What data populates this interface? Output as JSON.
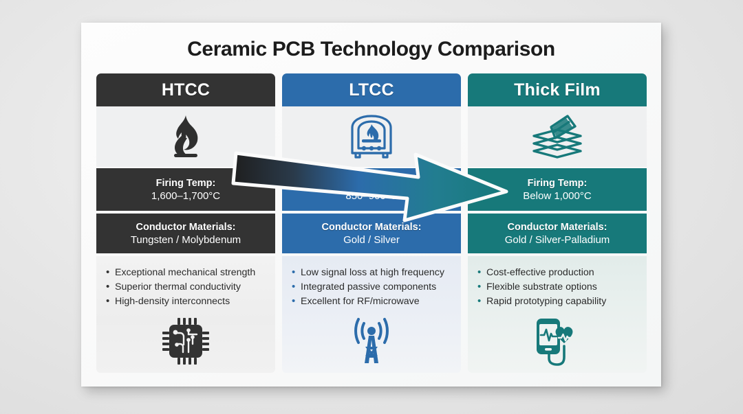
{
  "title": "Ceramic PCB Technology Comparison",
  "labels": {
    "firing_temp": "Firing Temp:",
    "conductor_materials": "Conductor Materials:"
  },
  "colors": {
    "htcc": "#333333",
    "ltcc": "#2c6cab",
    "thick_film": "#17797a",
    "board_background": "#fafafa",
    "page_background": "#e8e8e8"
  },
  "columns": [
    {
      "id": "htcc",
      "header": "HTCC",
      "accent": "#333333",
      "top_icon": "flame-icon",
      "firing_temp_label": "Firing Temp:",
      "firing_temp_value": "1,600–1,700°C",
      "conductor_label": "Conductor Materials:",
      "conductor_value": "Tungsten / Molybdenum",
      "bullets": [
        "Exceptional mechanical strength",
        "Superior thermal conductivity",
        "High-density interconnects"
      ],
      "bottom_icon": "microchip-icon"
    },
    {
      "id": "ltcc",
      "header": "LTCC",
      "accent": "#2c6cab",
      "top_icon": "kiln-furnace-icon",
      "firing_temp_label": "Firing Temp:",
      "firing_temp_value": "850–900°C",
      "conductor_label": "Conductor Materials:",
      "conductor_value": "Gold / Silver",
      "bullets": [
        "Low signal loss at high frequency",
        "Integrated passive components",
        "Excellent for RF/microwave"
      ],
      "bottom_icon": "radio-tower-icon"
    },
    {
      "id": "thick-film",
      "header": "Thick Film",
      "accent": "#17797a",
      "top_icon": "layers-printing-icon",
      "firing_temp_label": "Firing Temp:",
      "firing_temp_value": "Below 1,000°C",
      "conductor_label": "Conductor Materials:",
      "conductor_value": "Gold / Silver-Palladium",
      "bullets": [
        "Cost-effective production",
        "Flexible substrate options",
        "Rapid prototyping capability"
      ],
      "bottom_icon": "medical-monitor-icon"
    }
  ],
  "flow_arrow": {
    "name": "process-flow-arrow",
    "direction": "left-to-right",
    "from_color": "#2c2c2c",
    "mid_color": "#2c6cab",
    "to_color": "#17797a"
  }
}
